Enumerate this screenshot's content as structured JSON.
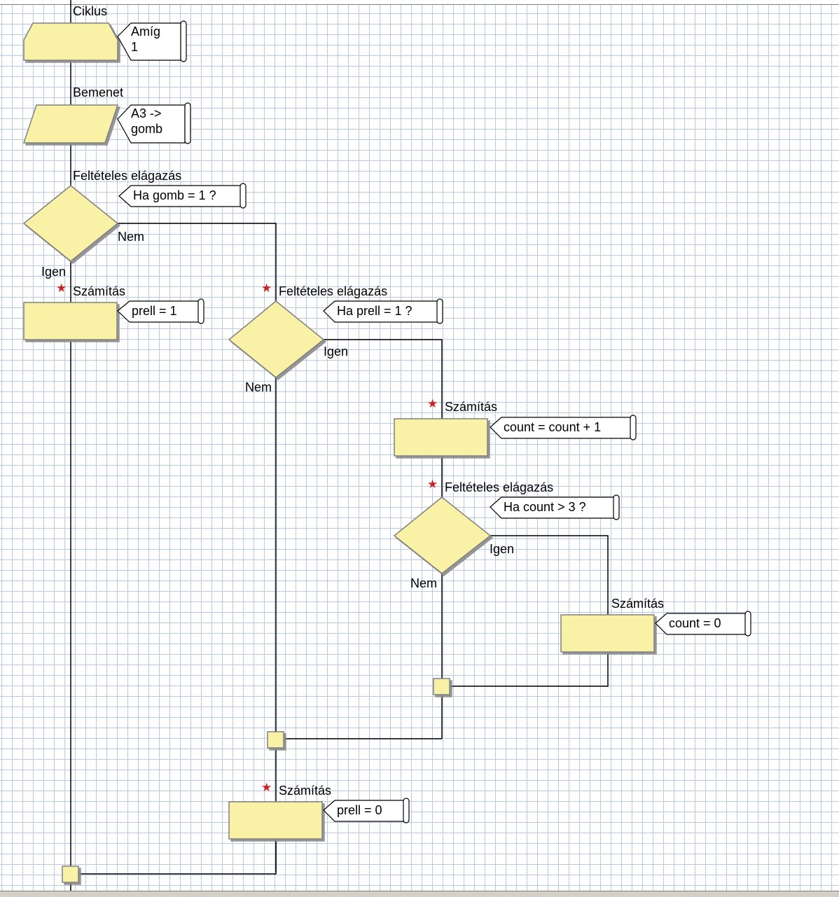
{
  "nodes": {
    "loop": {
      "label": "Ciklus",
      "note": "Amíg\n1"
    },
    "input": {
      "label": "Bemenet",
      "note": "A3 ->\ngomb"
    },
    "cond1": {
      "label": "Feltételes elágazás",
      "note": "Ha gomb = 1 ?",
      "yes": "Igen",
      "no": "Nem"
    },
    "calc1": {
      "label": "Számítás",
      "note": "prell = 1"
    },
    "cond2": {
      "label": "Feltételes elágazás",
      "note": "Ha prell = 1 ?",
      "yes": "Igen",
      "no": "Nem"
    },
    "calc2": {
      "label": "Számítás",
      "note": "count = count + 1"
    },
    "cond3": {
      "label": "Feltételes elágazás",
      "note": "Ha count > 3 ?",
      "yes": "Igen",
      "no": "Nem"
    },
    "calc3": {
      "label": "Számítás",
      "note": "count = 0"
    },
    "calc4": {
      "label": "Számítás",
      "note": "prell = 0"
    }
  },
  "colors": {
    "shape_fill": "#f9f1a5",
    "shape_stroke": "#808080",
    "line": "#000000",
    "star": "#d02020",
    "grid": "#b8c8e8"
  }
}
